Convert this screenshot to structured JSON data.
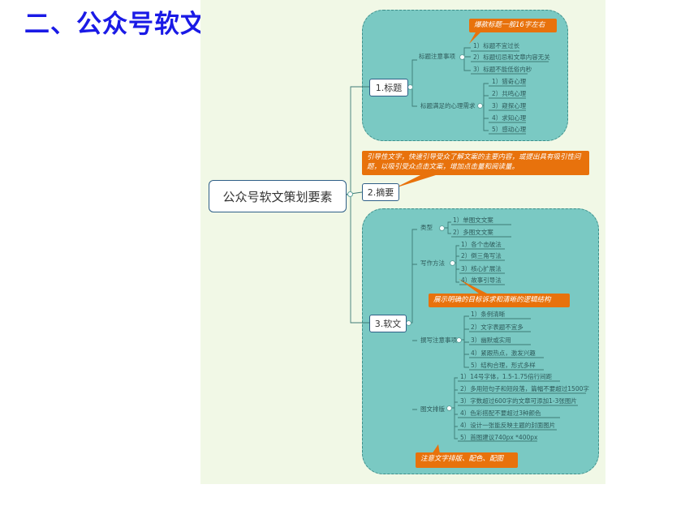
{
  "page_title": "二、公众号软文策划要素",
  "root": "公众号软文策划要素",
  "branches": [
    {
      "label": "1.标题",
      "callout": "爆款标题一般16字左右",
      "groups": [
        {
          "label": "标题注意事项",
          "items": [
            "1）标题不宜过长",
            "2）标题切忌和文章内容无关",
            "3）标题不能低俗内秒"
          ]
        },
        {
          "label": "标题满足的心理需求",
          "items": [
            "1）猎奇心理",
            "2）共鸣心理",
            "3）窥探心理",
            "4）求知心理",
            "5）感动心理"
          ]
        }
      ]
    },
    {
      "label": "2.摘要",
      "callout": "引导性文字，快速引导受众了解文案的主要内容，或提出具有吸引性问题，以吸引受众点击文案，增加点击量和阅读量。"
    },
    {
      "label": "3.软文",
      "groups": [
        {
          "label": "类型",
          "items": [
            "1）单图文文案",
            "2）多图文文案"
          ]
        },
        {
          "label": "写作方法",
          "items": [
            "1）各个击破法",
            "2）倒三角写法",
            "3）核心扩展法",
            "4）故事引导法"
          ]
        },
        {
          "label": "撰写注意事项",
          "items": [
            "1）条例清晰",
            "2）文字表题不宜多",
            "3）幽默或实用",
            "4）紧跟热点，激发兴趣",
            "5）结构合理，形式多样"
          ]
        },
        {
          "label": "图文排版",
          "items": [
            "1）14号字体，1.5-1.75倍行间距",
            "2）多用短句子和短段落，篇幅不要超过1500字",
            "3）字数超过600字的文章可添加1-3张图片",
            "4）色彩搭配不要超过3种颜色",
            "4）设计一张能反映主题的封面图片",
            "5）首图建议740px *400px"
          ]
        }
      ],
      "callouts": [
        "展示明确的目标诉求和清晰的逻辑结构",
        "注意文字排版、配色、配图"
      ]
    }
  ]
}
